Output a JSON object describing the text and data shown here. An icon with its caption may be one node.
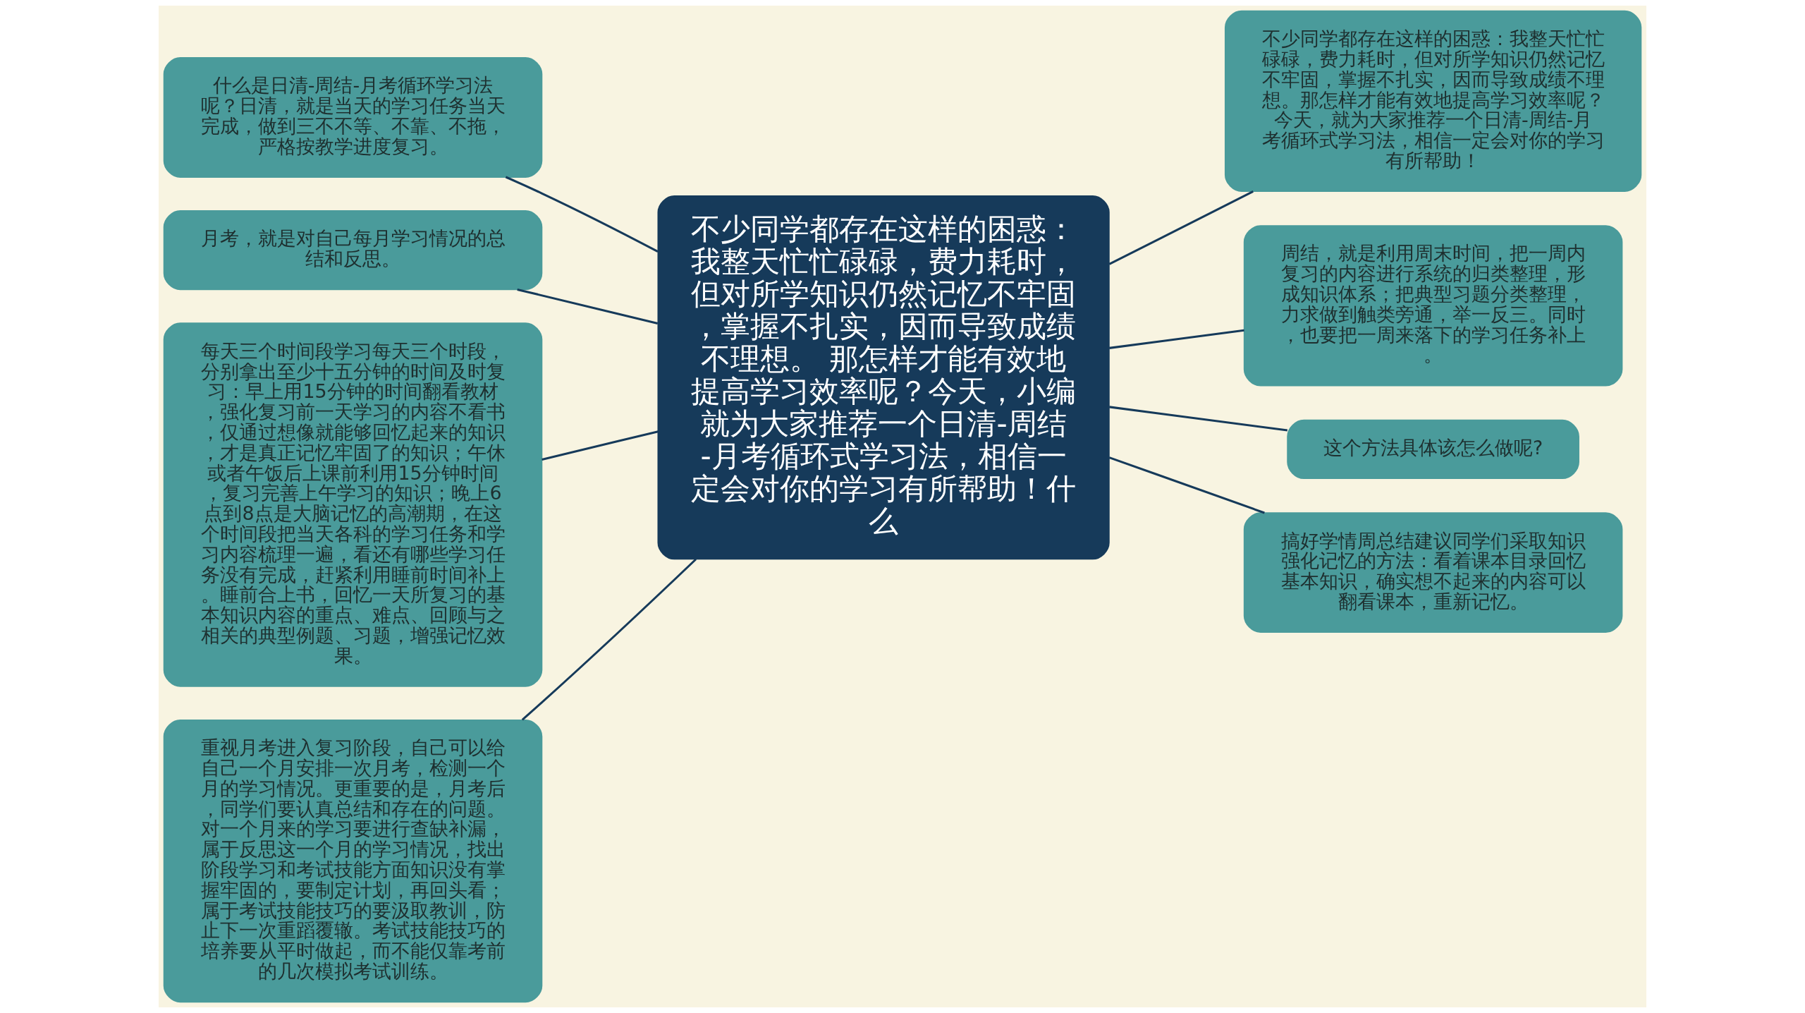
{
  "diagram": {
    "nodes": [
      {
        "text": [
          "不少同学都存在这样的困惑：我整天忙忙碌碌，费力耗时，但对所学知识仍然记忆不牢固，掌握不扎实，因而导致成绩不理想。 那怎样才能有效地提高学习效率呢？今天，小编就为大家推荐一个日清-周结-月考循环式学习法，相信一定会对你的学习有所帮助！什么"
        ]
      },
      {
        "text": [
          "什么是日清-周结-月考循环学习法呢？日清，就是当天的学习任务当天完成，做到三不不等、不靠、不拖，严格按教学进度复习。"
        ]
      },
      {
        "text": [
          "月考，就是对自己每月学习情况的总结和反思。"
        ]
      },
      {
        "text": [
          "每天三个时间段学习每天三个时段，分别拿出至少十五分钟的时间及时复习：早上用15分钟的时间翻看教材，强化复习前一天学习的内容不看书，仅通过想像就能够回忆起来的知识，才是真正记忆牢固了的知识；午休或者午饭后上课前利用15分钟时间，复习完善上午学习的知识；晚上6点到8点是大脑记忆的高潮期，在这个时间段把当天各科的学习任务和学习内容梳理一遍，看还有哪些学习任务没有完成，赶紧利用睡前时间补上。睡前合上书，回忆一天所复习的基本知识内容的重点、难点、回顾与之相关的典型例题、习题，增强记忆效果。"
        ]
      },
      {
        "text": [
          "重视月考进入复习阶段，自己可以给自己一个月安排一次月考，检测一个月的学习情况。更重要的是，月考后，同学们要认真总结和存在的问题。对一个月来的学习要进行查缺补漏，属于反思这一个月的学习情况，找出阶段学习和考试技能方面知识没有掌握牢固的，要制定计划，再回头看；属于考试技能技巧的要汲取教训，防止下一次重蹈覆辙。考试技能技巧的培养要从平时做起，而不能仅靠考前的几次模拟考试训练。"
        ]
      },
      {
        "text": [
          "不少同学都存在这样的困惑：我整天忙忙碌碌，费力耗时，但对所学知识仍然记忆不牢固，掌握不扎实，因而导致成绩不理想。那怎样才能有效地提高学习效率呢？今天，就为大家推荐一个日清-周结-月考循环式学习法，相信一定会对你的学习有所帮助！"
        ]
      },
      {
        "text": [
          "周结，就是利用周末时间，把一周内复习的内容进行系统的归类整理，形成知识体系；把典型习题分类整理，力求做到触类旁通，举一反三。同时，也要把一周来落下的学习任务补上。"
        ]
      },
      {
        "text": [
          "这个方法具体该怎么做呢?"
        ]
      },
      {
        "text": [
          "搞好学情周总结建议同学们采取知识强化记忆的方法：看着课本目录回忆基本知识，确实想不起来的内容可以翻看课本，重新记忆。"
        ]
      }
    ],
    "edges": [
      {
        "from": 1,
        "to": 0,
        "arrow": "none"
      },
      {
        "from": 2,
        "to": 0,
        "arrow": "none"
      },
      {
        "from": 3,
        "to": 0,
        "arrow": "none"
      },
      {
        "from": 4,
        "to": 0,
        "arrow": "none"
      },
      {
        "from": 0,
        "to": 5,
        "arrow": "none"
      },
      {
        "from": 0,
        "to": 6,
        "arrow": "none"
      },
      {
        "from": 0,
        "to": 7,
        "arrow": "none"
      },
      {
        "from": 0,
        "to": 8,
        "arrow": "none"
      }
    ]
  }
}
